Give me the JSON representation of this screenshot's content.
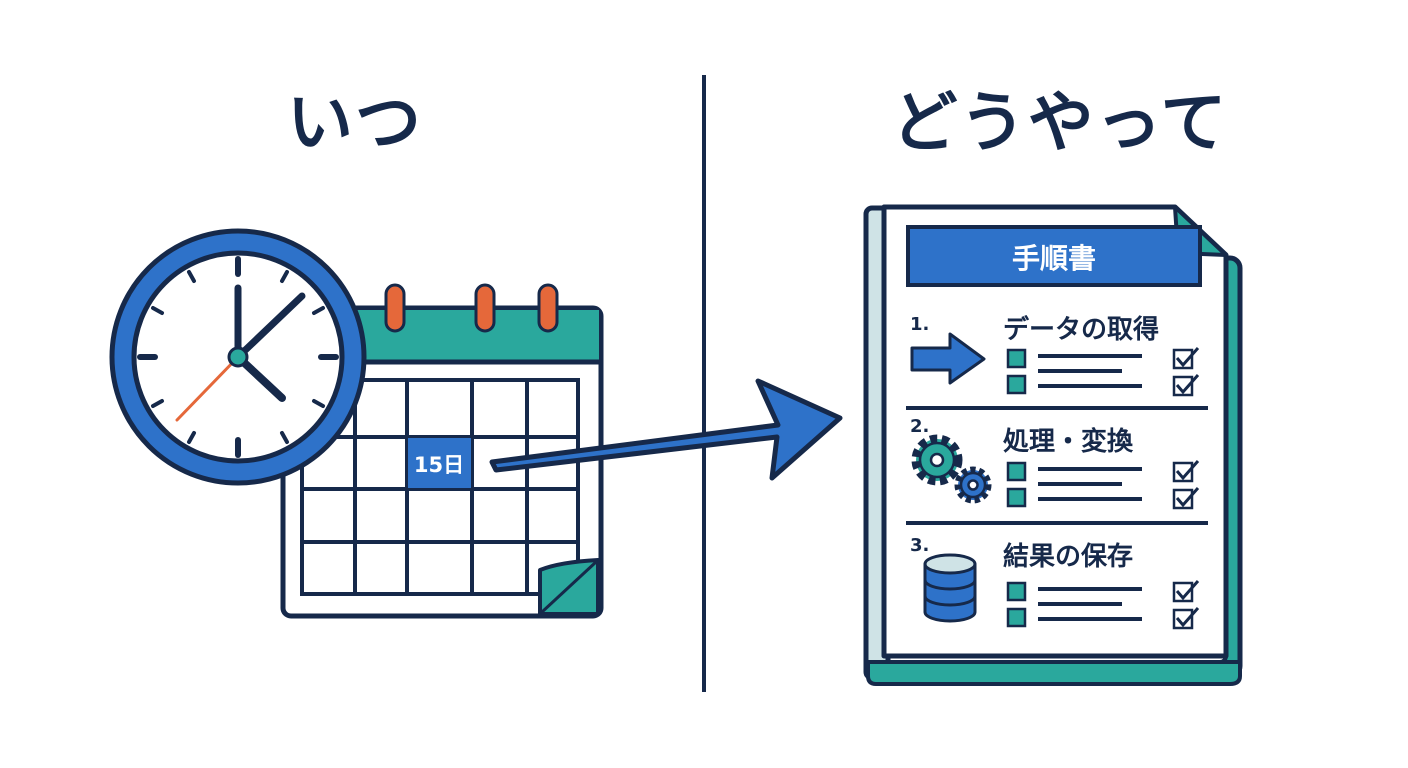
{
  "left": {
    "heading": "いつ",
    "calendar_date_label": "15日"
  },
  "right": {
    "heading": "どうやって",
    "document_title": "手順書",
    "steps": [
      {
        "number": "1.",
        "title": "データの取得",
        "icon": "arrow-right-icon"
      },
      {
        "number": "2.",
        "title": "処理・変換",
        "icon": "gears-icon"
      },
      {
        "number": "3.",
        "title": "結果の保存",
        "icon": "database-icon"
      }
    ]
  },
  "colors": {
    "navy": "#16294a",
    "blue": "#2e72c9",
    "teal": "#2aa89d",
    "orange": "#e5683a",
    "light_teal": "#cfe3e6"
  }
}
